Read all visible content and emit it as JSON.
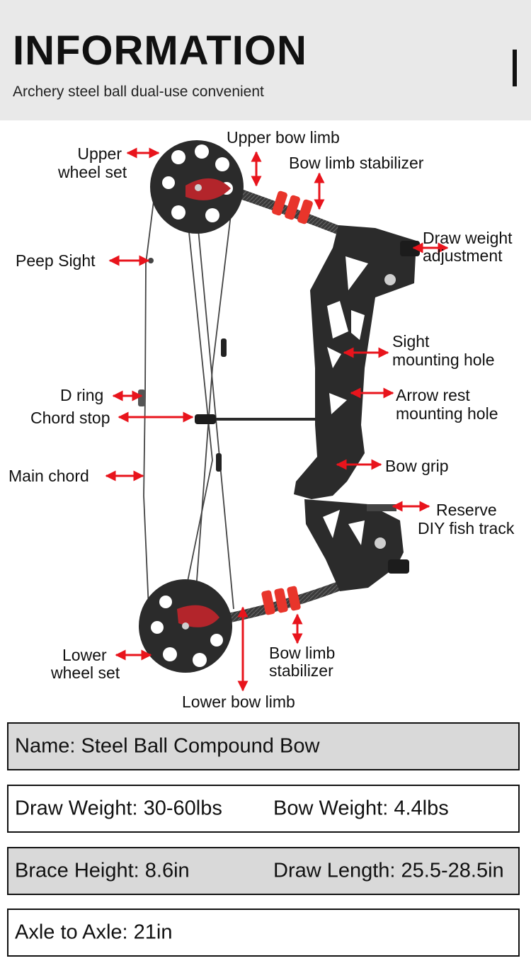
{
  "header": {
    "title": "INFORMATION",
    "subtitle": "Archery steel ball dual-use convenient"
  },
  "labels": {
    "upper_wheel_set": [
      "Upper",
      "wheel set"
    ],
    "upper_bow_limb": "Upper bow limb",
    "bow_limb_stabilizer_top": "Bow limb stabilizer",
    "draw_weight_adjustment": [
      "Draw weight",
      "adjustment"
    ],
    "peep_sight": "Peep Sight",
    "sight_mounting_hole": [
      "Sight",
      "mounting hole"
    ],
    "d_ring": "D ring",
    "arrow_rest_mounting_hole": [
      "Arrow rest",
      "mounting hole"
    ],
    "chord_stop": "Chord stop",
    "bow_grip": "Bow grip",
    "main_chord": "Main chord",
    "reserve_diy_fish_track": [
      "Reserve",
      "DIY fish track"
    ],
    "lower_wheel_set": [
      "Lower",
      "wheel set"
    ],
    "bow_limb_stabilizer_bottom": [
      "Bow limb",
      "stabilizer"
    ],
    "lower_bow_limb": "Lower bow limb"
  },
  "specs": {
    "name": "Name: Steel Ball Compound  Bow",
    "draw_weight": "Draw Weight: 30-60lbs",
    "bow_weight": "Bow Weight: 4.4lbs",
    "brace_height": "Brace Height: 8.6in",
    "draw_length": "Draw Length: 25.5-28.5in",
    "axle_to_axle": "Axle to Axle: 21in"
  },
  "colors": {
    "arrow": "#e8141c",
    "bow_body": "#2b2b2b",
    "stabilizer": "#e8352b",
    "header_bg": "#e9e9e9",
    "spec_shade": "#d9d9d9"
  }
}
